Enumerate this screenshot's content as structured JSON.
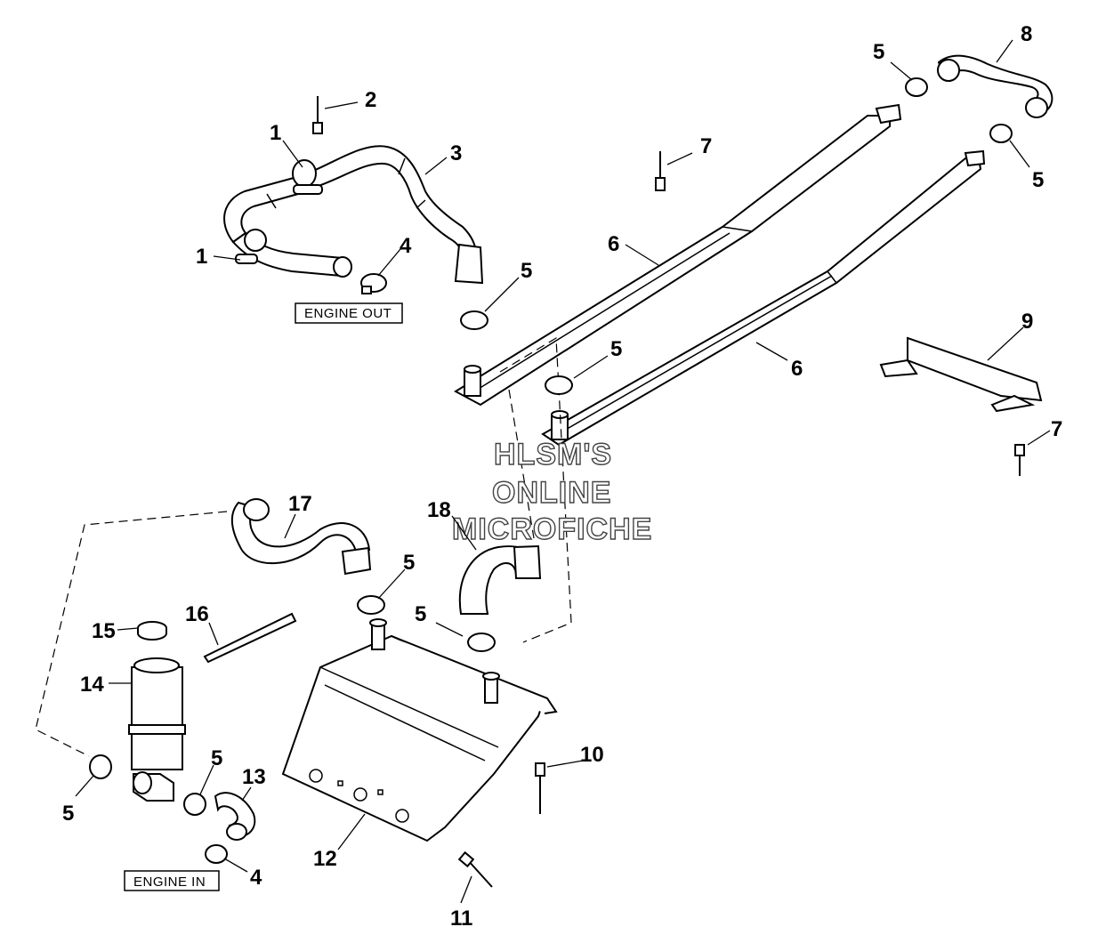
{
  "labels": {
    "engine_out": "ENGINE OUT",
    "engine_in": "ENGINE IN"
  },
  "watermark": [
    "HLSM'S",
    "ONLINE",
    "MICROFICHE"
  ],
  "callouts": {
    "c1a": "1",
    "c1b": "1",
    "c2": "2",
    "c3": "3",
    "c4a": "4",
    "c4b": "4",
    "c5a": "5",
    "c5b": "5",
    "c5c": "5",
    "c5d": "5",
    "c5e": "5",
    "c5f": "5",
    "c5g": "5",
    "c5h": "5",
    "c6a": "6",
    "c6b": "6",
    "c7a": "7",
    "c7b": "7",
    "c8": "8",
    "c9": "9",
    "c10": "10",
    "c11": "11",
    "c12": "12",
    "c13": "13",
    "c14": "14",
    "c15": "15",
    "c16": "16",
    "c17": "17",
    "c18": "18"
  }
}
